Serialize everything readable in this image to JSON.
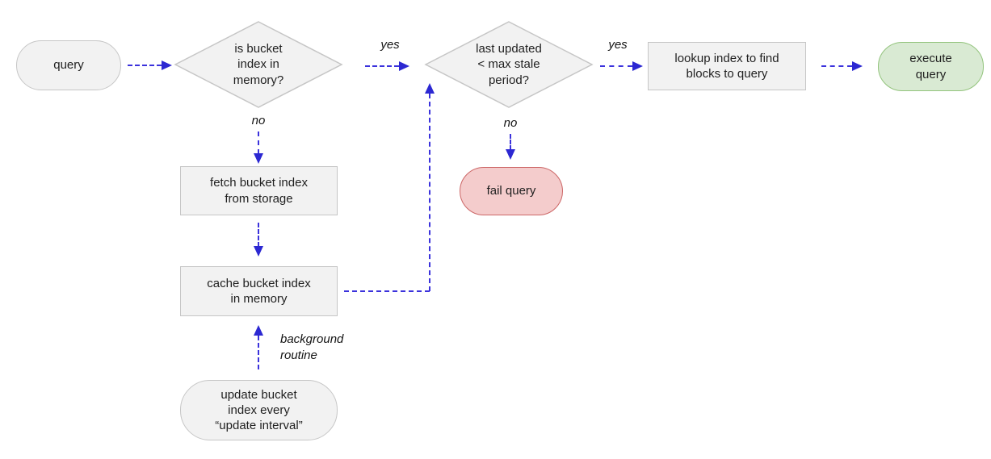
{
  "diagram": {
    "type": "flowchart",
    "colors": {
      "arrow": "#3b32dc",
      "node_fill": "#f2f2f2",
      "node_border": "#c6c6c6",
      "success_fill": "#d9ead3",
      "success_border": "#93c47d",
      "fail_fill": "#f4cccc",
      "fail_border": "#cc6666",
      "background": "#ffffff"
    },
    "nodes": {
      "query": {
        "label": "query",
        "type": "terminal"
      },
      "decision_index_in_memory": {
        "label": "is bucket\nindex in\nmemory?",
        "type": "decision"
      },
      "decision_last_updated": {
        "label": "last updated\n< max stale\nperiod?",
        "type": "decision"
      },
      "lookup_index": {
        "label": "lookup index to find\nblocks to query",
        "type": "process"
      },
      "execute_query": {
        "label": "execute\nquery",
        "type": "terminal-success"
      },
      "fetch_bucket_index": {
        "label": "fetch bucket index\nfrom storage",
        "type": "process"
      },
      "cache_bucket_index": {
        "label": "cache bucket index\nin memory",
        "type": "process"
      },
      "fail_query": {
        "label": "fail query",
        "type": "terminal-fail"
      },
      "update_bucket_index": {
        "label": "update bucket\nindex every\n“update interval”",
        "type": "terminal"
      }
    },
    "edge_labels": {
      "yes_to_stale_check": "yes",
      "yes_to_lookup": "yes",
      "no_to_fetch": "no",
      "no_to_fail": "no",
      "background_routine": "background\nroutine"
    }
  }
}
